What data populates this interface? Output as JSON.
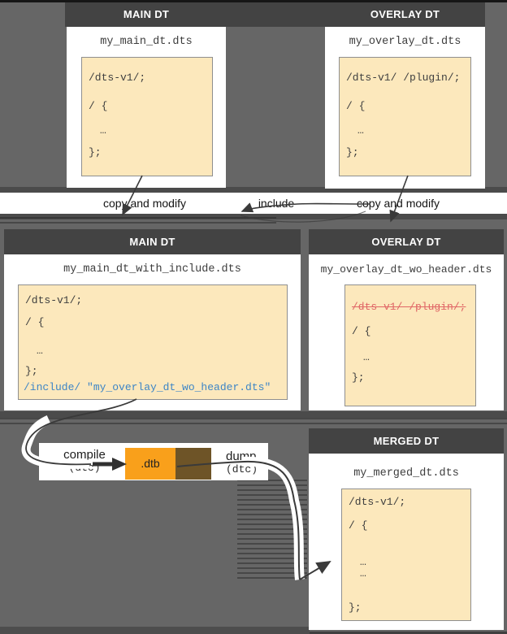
{
  "colors": {
    "background": "#666666",
    "header_bar": "#434343",
    "code_panel": "#fce8bc",
    "dtb_orange": "#f9a01b",
    "brown_block": "#6e5427",
    "include_blue": "#3d85c6",
    "deleted_red": "#e06666"
  },
  "top_band": {
    "main_header": "MAIN DT",
    "overlay_header": "OVERLAY DT"
  },
  "top_main": {
    "file": "my_main_dt.dts",
    "code": [
      {
        "t": "/dts-v1/;"
      },
      {
        "t": "/ {"
      },
      {
        "t": "…",
        "ind": true
      },
      {
        "t": "};"
      }
    ]
  },
  "top_overlay": {
    "file": "my_overlay_dt.dts",
    "code": [
      {
        "t": "/dts-v1/ /plugin/;"
      },
      {
        "t": "/ {"
      },
      {
        "t": "…",
        "ind": true
      },
      {
        "t": "};"
      }
    ]
  },
  "flow_labels": {
    "copy_left": "copy and modify",
    "include": "include",
    "copy_right": "copy and modify"
  },
  "mid_main": {
    "header": "MAIN DT",
    "file": "my_main_dt_with_include.dts",
    "code": [
      {
        "t": "/dts-v1/;"
      },
      {
        "t": "/ {"
      },
      {
        "t": "…",
        "ind": true
      },
      {
        "t": "};"
      },
      {
        "t": "/include/ \"my_overlay_dt_wo_header.dts\"",
        "style": "blue"
      }
    ]
  },
  "mid_overlay": {
    "header": "OVERLAY DT",
    "file": "my_overlay_dt_wo_header.dts",
    "code": [
      {
        "t": "/dts-v1/ /plugin/;",
        "style": "strike"
      },
      {
        "t": "/ {"
      },
      {
        "t": "…",
        "ind": true
      },
      {
        "t": "};"
      }
    ]
  },
  "compile_bar": {
    "compile": "compile",
    "compile_tool": "(dtc)",
    "dtb": ".dtb",
    "dump": "dump",
    "dump_tool": "(dtc)"
  },
  "merged": {
    "header": "MERGED DT",
    "file": "my_merged_dt.dts",
    "code": [
      {
        "t": "/dts-v1/;"
      },
      {
        "t": "/ {"
      },
      {
        "t": "…",
        "ind": true
      },
      {
        "t": "…",
        "ind": true
      },
      {
        "t": "};"
      }
    ]
  }
}
